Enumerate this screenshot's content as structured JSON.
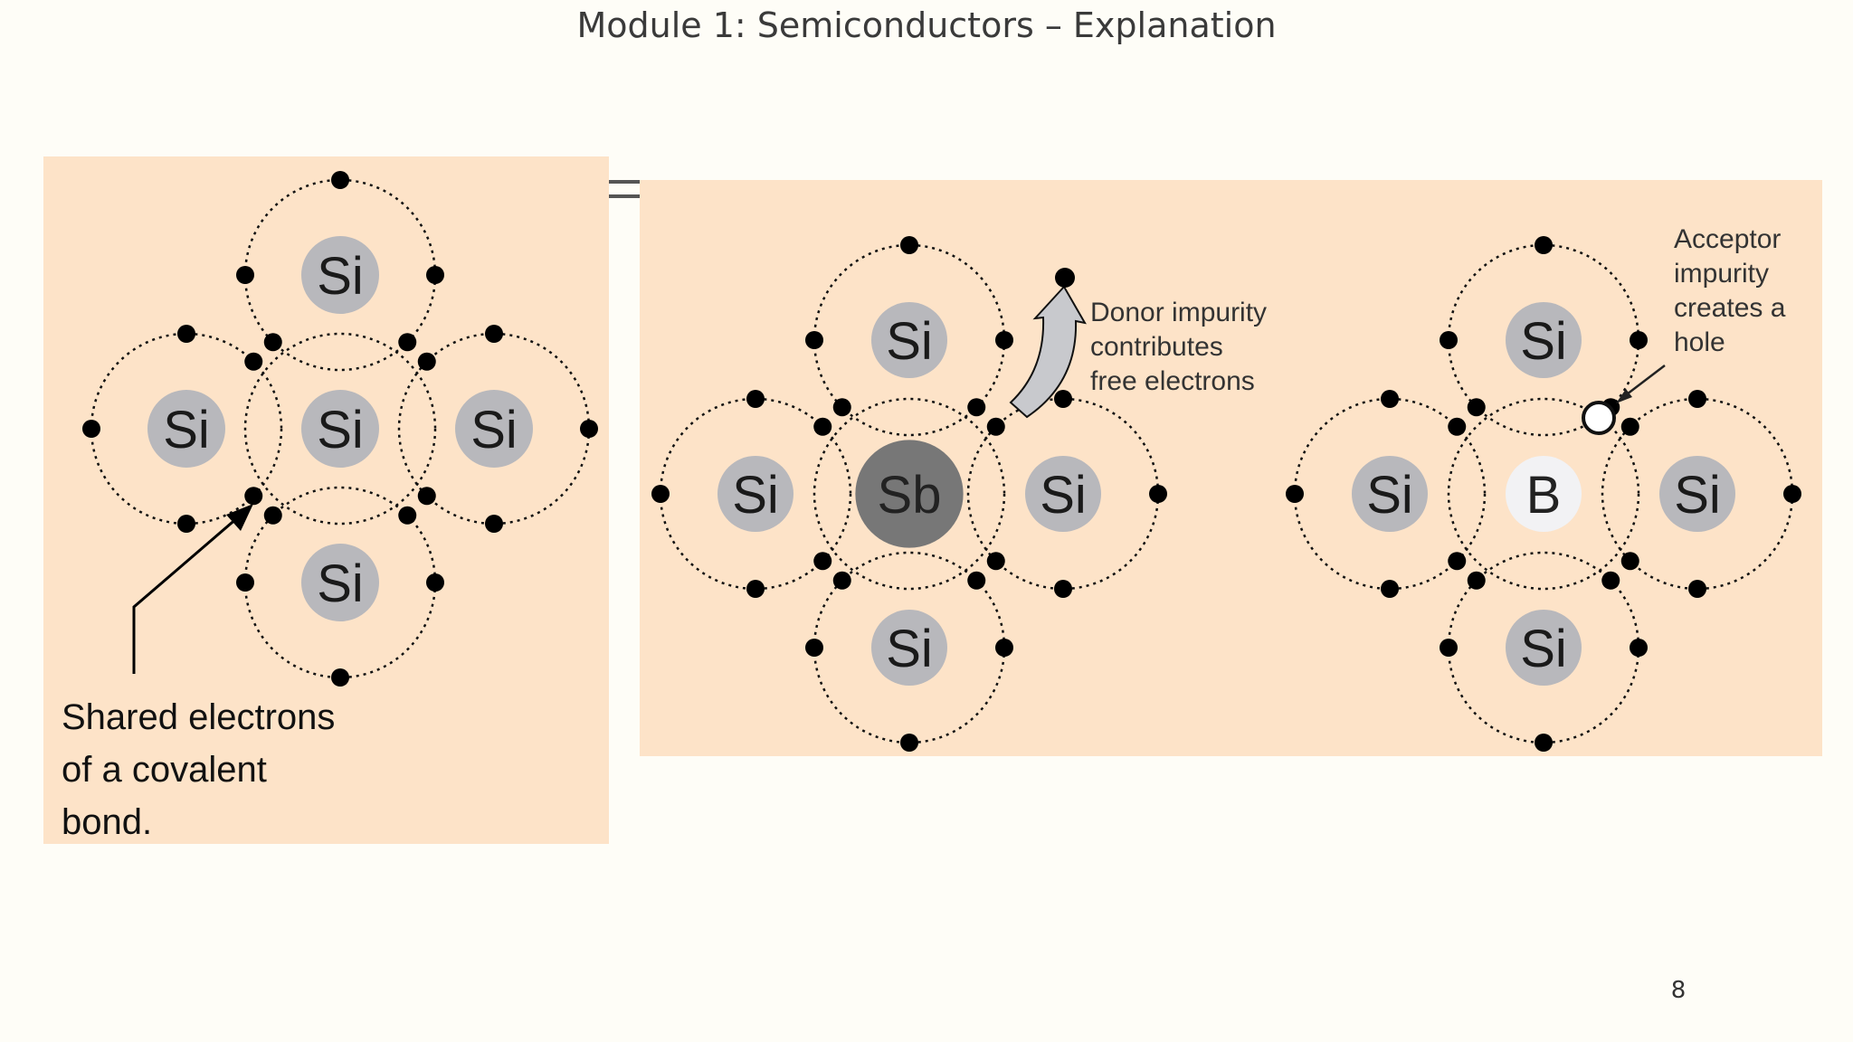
{
  "slide": {
    "title": "Module 1: Semiconductors –  Explanation",
    "page_number": "8"
  },
  "covalent_panel": {
    "atoms": {
      "top": "Si",
      "left": "Si",
      "center": "Si",
      "right": "Si",
      "bottom": "Si"
    },
    "caption_lines": [
      "Shared electrons",
      "of a covalent",
      "bond."
    ]
  },
  "donor_lattice": {
    "atoms": {
      "top": "Si",
      "left": "Si",
      "center": "Sb",
      "right": "Si",
      "bottom": "Si"
    },
    "caption_lines": [
      "Donor impurity",
      "contributes",
      "free electrons"
    ]
  },
  "acceptor_lattice": {
    "atoms": {
      "top": "Si",
      "left": "Si",
      "center": "B",
      "right": "Si",
      "bottom": "Si"
    },
    "caption_lines": [
      "Acceptor",
      "impurity",
      "creates a",
      "hole"
    ]
  },
  "colors": {
    "panel_bg": "#fde3c8",
    "si_atom": "#b8b8bc",
    "sb_atom": "#777777",
    "b_atom": "#f2f2f4",
    "electron": "#000000",
    "hole": "#ffffff"
  }
}
